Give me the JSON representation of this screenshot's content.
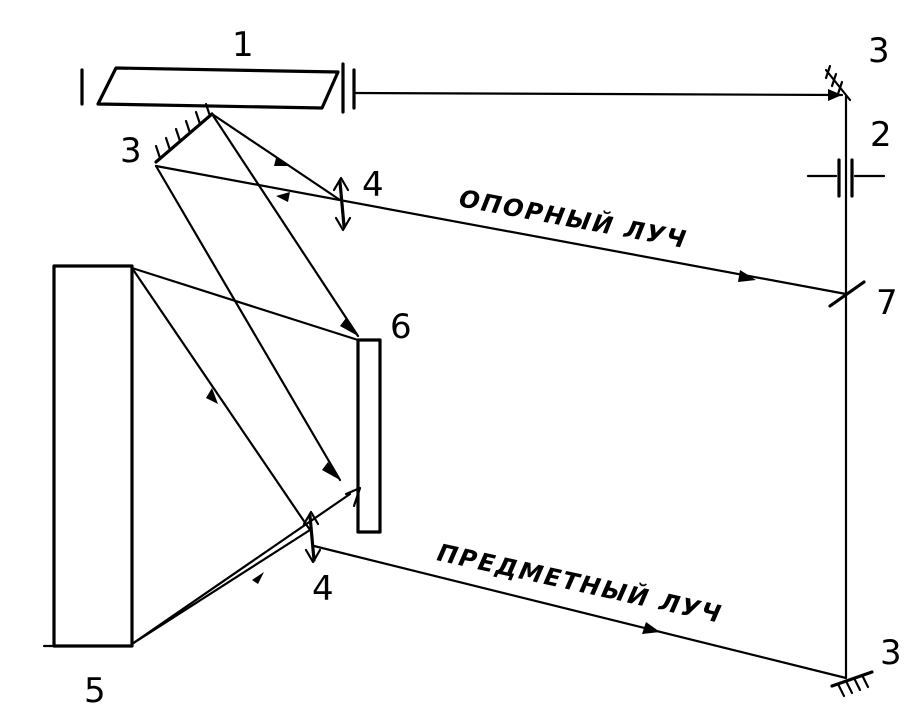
{
  "labels": {
    "element_1": "1",
    "element_2": "2",
    "mirror_3_top_left": "3",
    "mirror_3_top_right": "3",
    "mirror_3_bottom_right": "3",
    "lens_4_top": "4",
    "lens_4_bottom": "4",
    "object_5": "5",
    "plate_6": "6",
    "splitter_7": "7",
    "reference_beam": "ОПОРНЫЙ ЛУЧ",
    "object_beam": "ПРЕДМЕТНЫЙ ЛУЧ"
  }
}
